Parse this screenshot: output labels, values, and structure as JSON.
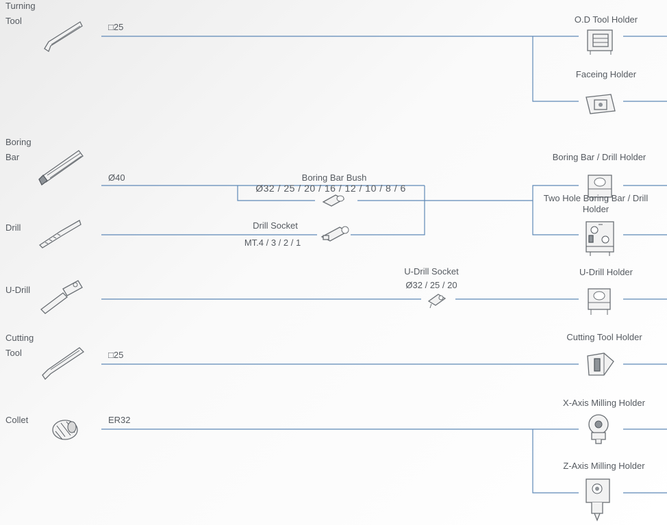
{
  "tools": [
    {
      "id": "turning-tool",
      "name_line1": "Turning",
      "name_line2": "Tool",
      "spec": "□25"
    },
    {
      "id": "boring-bar",
      "name_line1": "Boring",
      "name_line2": "Bar",
      "spec": "Ø40"
    },
    {
      "id": "drill",
      "name_line1": "Drill",
      "name_line2": "",
      "spec": ""
    },
    {
      "id": "u-drill",
      "name_line1": "U-Drill",
      "name_line2": "",
      "spec": ""
    },
    {
      "id": "cutting-tool",
      "name_line1": "Cutting",
      "name_line2": "Tool",
      "spec": "□25"
    },
    {
      "id": "collet",
      "name_line1": "Collet",
      "name_line2": "",
      "spec": "ER32"
    }
  ],
  "adapters": {
    "boring_bar_bush": {
      "title": "Boring Bar Bush",
      "sizes": "Ø32 / 25 / 20 / 16 / 12 / 10 / 8 / 6"
    },
    "drill_socket": {
      "title": "Drill Socket",
      "sizes": "MT.4 / 3 / 2 / 1"
    },
    "u_drill_socket": {
      "title": "U-Drill Socket",
      "sizes": "Ø32 / 25 / 20"
    }
  },
  "holders": [
    {
      "id": "od-tool-holder",
      "name": "O.D Tool Holder"
    },
    {
      "id": "faceing-holder",
      "name": "Faceing Holder"
    },
    {
      "id": "boring-bar-drill-holder",
      "name": "Boring Bar / Drill Holder"
    },
    {
      "id": "two-hole-holder",
      "name": "Two Hole Boring Bar / Drill Holder"
    },
    {
      "id": "u-drill-holder",
      "name": "U-Drill Holder"
    },
    {
      "id": "cutting-tool-holder",
      "name": "Cutting Tool Holder"
    },
    {
      "id": "x-axis-milling-holder",
      "name": "X-Axis Milling Holder"
    },
    {
      "id": "z-axis-milling-holder",
      "name": "Z-Axis Milling Holder"
    }
  ],
  "colors": {
    "line": "#5d88b6",
    "text": "#555a60"
  }
}
